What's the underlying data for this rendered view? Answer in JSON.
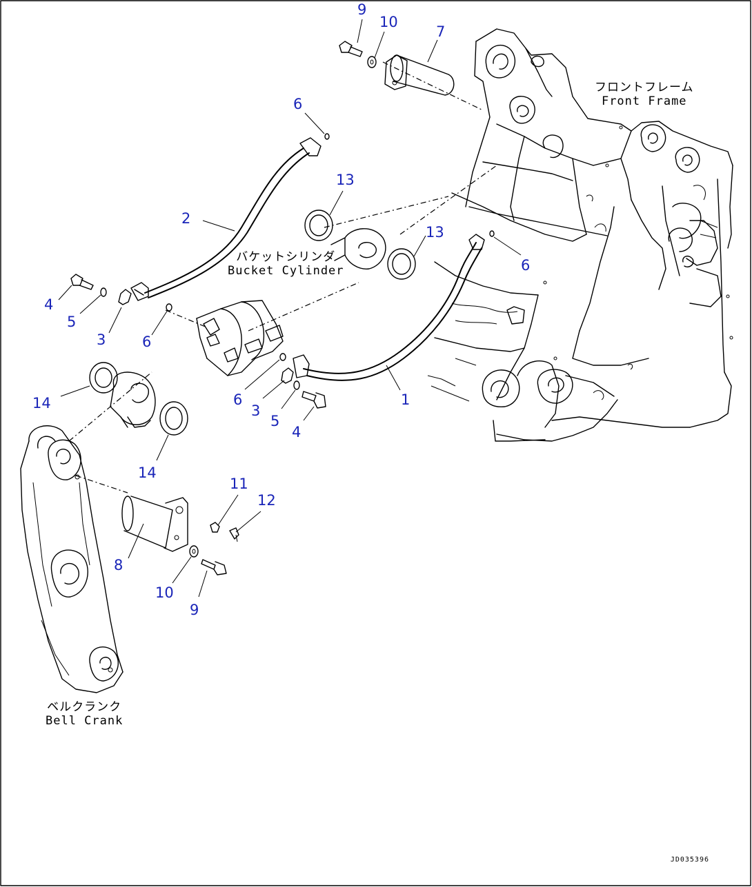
{
  "callouts": [
    {
      "id": "c9a",
      "num": "9"
    },
    {
      "id": "c10a",
      "num": "10"
    },
    {
      "id": "c7",
      "num": "7"
    },
    {
      "id": "c6a",
      "num": "6"
    },
    {
      "id": "c13a",
      "num": "13"
    },
    {
      "id": "c2",
      "num": "2"
    },
    {
      "id": "c13b",
      "num": "13"
    },
    {
      "id": "c6b",
      "num": "6"
    },
    {
      "id": "c4a",
      "num": "4"
    },
    {
      "id": "c5a",
      "num": "5"
    },
    {
      "id": "c3a",
      "num": "3"
    },
    {
      "id": "c6c",
      "num": "6"
    },
    {
      "id": "c14a",
      "num": "14"
    },
    {
      "id": "c6d",
      "num": "6"
    },
    {
      "id": "c3b",
      "num": "3"
    },
    {
      "id": "c5b",
      "num": "5"
    },
    {
      "id": "c4b",
      "num": "4"
    },
    {
      "id": "c1",
      "num": "1"
    },
    {
      "id": "c14b",
      "num": "14"
    },
    {
      "id": "c11",
      "num": "11"
    },
    {
      "id": "c12",
      "num": "12"
    },
    {
      "id": "c8",
      "num": "8"
    },
    {
      "id": "c10b",
      "num": "10"
    },
    {
      "id": "c9b",
      "num": "9"
    }
  ],
  "labels": {
    "front_frame_jp": "フロントフレーム",
    "front_frame_en": "Front Frame",
    "bucket_cylinder_jp": "バケットシリンダ",
    "bucket_cylinder_en": "Bucket Cylinder",
    "bell_crank_jp": "ベルクランク",
    "bell_crank_en": "Bell Crank"
  },
  "drawing_code": "JD035396",
  "colors": {
    "callout": "#1a25b8",
    "line": "#000000",
    "background": "#ffffff"
  }
}
